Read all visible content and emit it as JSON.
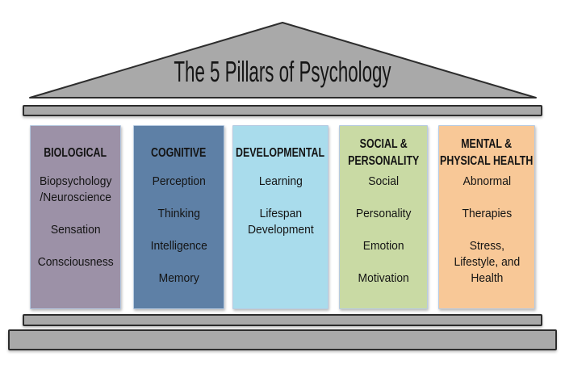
{
  "title": "The 5 Pillars of Psychology",
  "colors": {
    "structure_gray": "#a9a9a9",
    "structure_border": "#2d2d2d",
    "pillar_border": "#b7cbe2",
    "text": "#141414"
  },
  "pillars": [
    {
      "name": "biological",
      "header": "BIOLOGICAL",
      "items": [
        "Biopsychology\n/Neuroscience",
        "Sensation",
        "Consciousness"
      ],
      "fill": "#9c91a7"
    },
    {
      "name": "cognitive",
      "header": "COGNITIVE",
      "items": [
        "Perception",
        "Thinking",
        "Intelligence",
        "Memory"
      ],
      "fill": "#5e80a6"
    },
    {
      "name": "developmental",
      "header": "DEVELOPMENTAL",
      "items": [
        "Learning",
        "Lifespan\nDevelopment"
      ],
      "fill": "#a9dcec"
    },
    {
      "name": "social-personality",
      "header": "SOCIAL &\nPERSONALITY",
      "items": [
        "Social",
        "Personality",
        "Emotion",
        "Motivation"
      ],
      "fill": "#c9daa4"
    },
    {
      "name": "mental-physical-health",
      "header": "MENTAL &\nPHYSICAL HEALTH",
      "items": [
        "Abnormal",
        "Therapies",
        "Stress,\nLifestyle, and\nHealth"
      ],
      "fill": "#f8c897"
    }
  ]
}
